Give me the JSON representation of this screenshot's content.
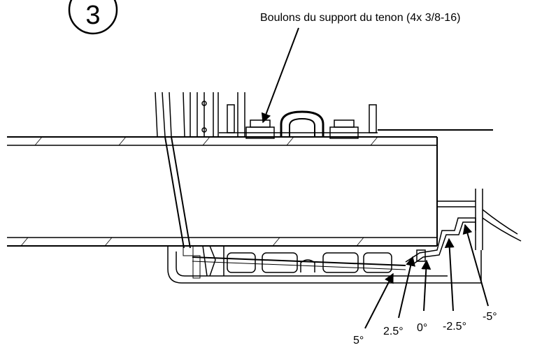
{
  "step": "3",
  "callout": "Boulons du support du tenon (4x 3/8-16)",
  "angles": [
    {
      "label": "5°"
    },
    {
      "label": "2.5°"
    },
    {
      "label": "0°"
    },
    {
      "label": "-2.5°"
    },
    {
      "label": "-5°"
    }
  ]
}
